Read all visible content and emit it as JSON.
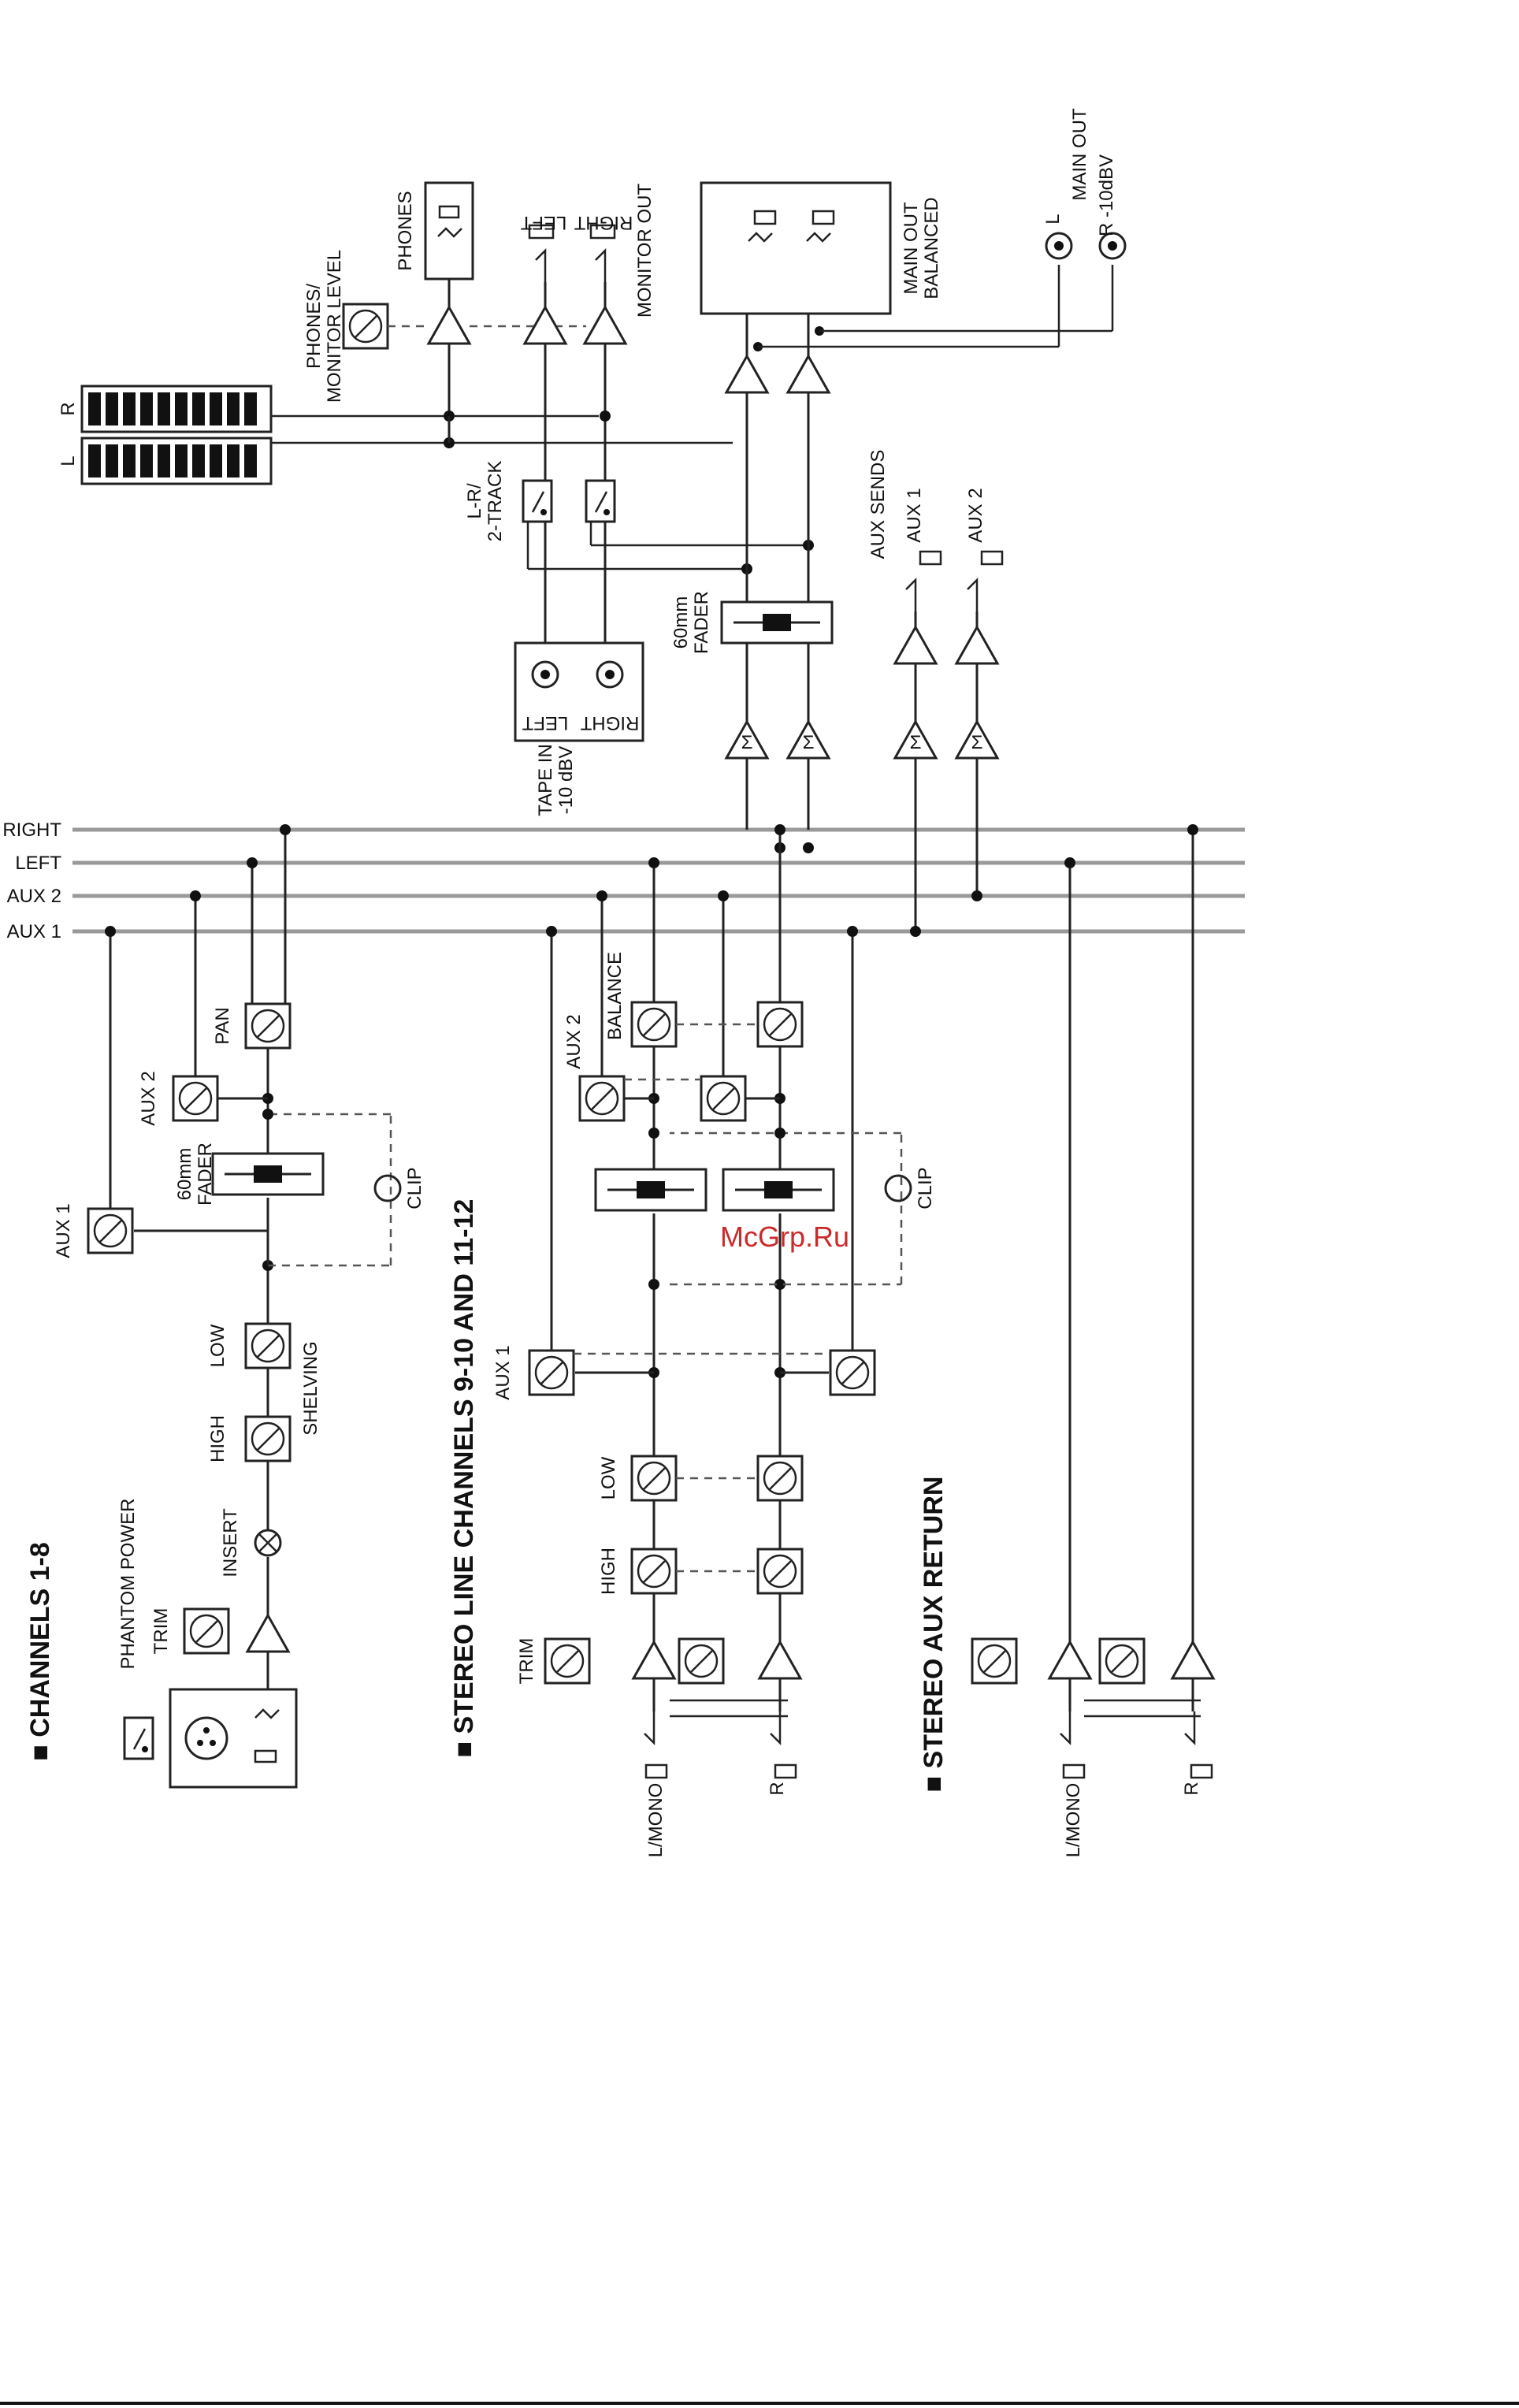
{
  "buses": {
    "right": "RIGHT",
    "left": "LEFT",
    "aux2": "AUX 2",
    "aux1": "AUX 1"
  },
  "meter": {
    "r": "R",
    "l": "L"
  },
  "phones": {
    "label": "PHONES",
    "level": "PHONES/\nMONITOR LEVEL"
  },
  "monitor_out": {
    "left": "LEFT",
    "right": "RIGHT",
    "label": "MONITOR OUT"
  },
  "main_out": {
    "balanced": "MAIN OUT\nBALANCED",
    "unbal": "MAIN OUT",
    "l": "L",
    "r": "R  -10dBV"
  },
  "lr_2track": "L-R/\n2-TRACK",
  "tape_in": {
    "left": "LEFT",
    "right": "RIGHT",
    "label": "TAPE IN\n-10 dBV"
  },
  "master_fader": "60mm\nFADER",
  "aux_sends": {
    "label": "AUX SENDS",
    "aux1": "AUX 1",
    "aux2": "AUX 2"
  },
  "ch1_8": {
    "title": "CHANNELS 1-8",
    "phantom": "PHANTOM POWER",
    "trim": "TRIM",
    "insert": "INSERT",
    "high": "HIGH",
    "low": "LOW",
    "shelving": "SHELVING",
    "aux1": "AUX 1",
    "fader": "60mm\nFADER",
    "aux2": "AUX 2",
    "pan": "PAN",
    "clip": "CLIP"
  },
  "stereo_line": {
    "title": "STEREO LINE CHANNELS 9-10 AND 11-12",
    "trim": "TRIM",
    "high": "HIGH",
    "low": "LOW",
    "aux1": "AUX 1",
    "aux2": "AUX 2",
    "balance": "BALANCE",
    "clip": "CLIP",
    "l_mono": "L/MONO",
    "r": "R"
  },
  "stereo_aux_return": {
    "title": "STEREO AUX RETURN",
    "l_mono": "L/MONO",
    "r": "R"
  },
  "watermark": "McGrp.Ru"
}
